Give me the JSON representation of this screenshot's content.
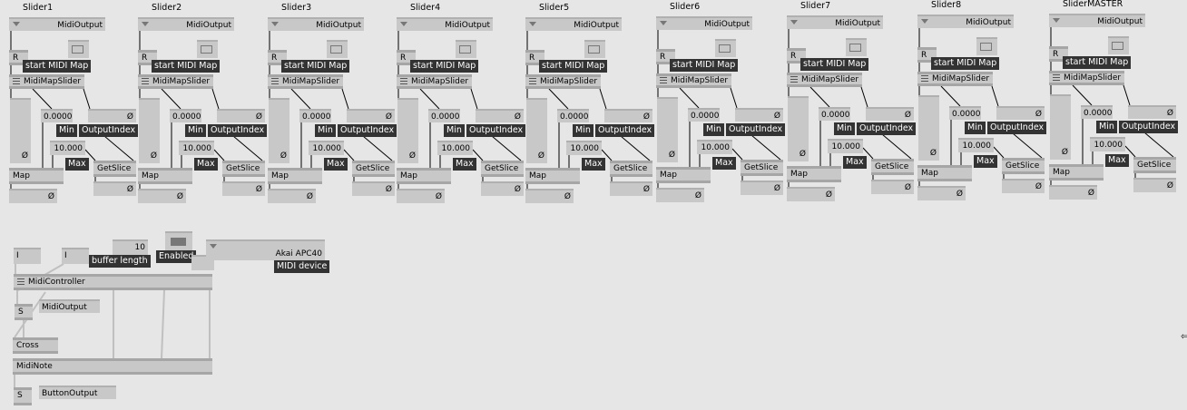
{
  "sliders": [
    {
      "title": "Slider1",
      "enum": "MidiOutput",
      "reset": "R",
      "map_label": "start MIDI Map",
      "node": "MidiMapSlider",
      "slider_value": "Ø",
      "min": "0.0000",
      "min_label": "Min",
      "max": "10.000",
      "max_label": "Max",
      "index_value": "Ø",
      "index_label": "OutputIndex",
      "getslice": "GetSlice",
      "map": "Map",
      "map_out": "Ø",
      "slice_out": "Ø"
    },
    {
      "title": "Slider2",
      "enum": "MidiOutput",
      "reset": "R",
      "map_label": "start MIDI Map",
      "node": "MidiMapSlider",
      "slider_value": "Ø",
      "min": "0.0000",
      "min_label": "Min",
      "max": "10.000",
      "max_label": "Max",
      "index_value": "Ø",
      "index_label": "OutputIndex",
      "getslice": "GetSlice",
      "map": "Map",
      "map_out": "Ø",
      "slice_out": "Ø"
    },
    {
      "title": "Slider3",
      "enum": "MidiOutput",
      "reset": "R",
      "map_label": "start MIDI Map",
      "node": "MidiMapSlider",
      "slider_value": "Ø",
      "min": "0.0000",
      "min_label": "Min",
      "max": "10.000",
      "max_label": "Max",
      "index_value": "Ø",
      "index_label": "OutputIndex",
      "getslice": "GetSlice",
      "map": "Map",
      "map_out": "Ø",
      "slice_out": "Ø"
    },
    {
      "title": "Slider4",
      "enum": "MidiOutput",
      "reset": "R",
      "map_label": "start MIDI Map",
      "node": "MidiMapSlider",
      "slider_value": "Ø",
      "min": "0.0000",
      "min_label": "Min",
      "max": "10.000",
      "max_label": "Max",
      "index_value": "Ø",
      "index_label": "OutputIndex",
      "getslice": "GetSlice",
      "map": "Map",
      "map_out": "Ø",
      "slice_out": "Ø"
    },
    {
      "title": "Slider5",
      "enum": "MidiOutput",
      "reset": "R",
      "map_label": "start MIDI Map",
      "node": "MidiMapSlider",
      "slider_value": "Ø",
      "min": "0.0000",
      "min_label": "Min",
      "max": "10.000",
      "max_label": "Max",
      "index_value": "Ø",
      "index_label": "OutputIndex",
      "getslice": "GetSlice",
      "map": "Map",
      "map_out": "Ø",
      "slice_out": "Ø"
    },
    {
      "title": "Slider6",
      "enum": "MidiOutput",
      "reset": "R",
      "map_label": "start MIDI Map",
      "node": "MidiMapSlider",
      "slider_value": "Ø",
      "min": "0.0000",
      "min_label": "Min",
      "max": "10.000",
      "max_label": "Max",
      "index_value": "Ø",
      "index_label": "OutputIndex",
      "getslice": "GetSlice",
      "map": "Map",
      "map_out": "Ø",
      "slice_out": "Ø"
    },
    {
      "title": "Slider7",
      "enum": "MidiOutput",
      "reset": "R",
      "map_label": "start MIDI Map",
      "node": "MidiMapSlider",
      "slider_value": "Ø",
      "min": "0.0000",
      "min_label": "Min",
      "max": "10.000",
      "max_label": "Max",
      "index_value": "Ø",
      "index_label": "OutputIndex",
      "getslice": "GetSlice",
      "map": "Map",
      "map_out": "Ø",
      "slice_out": "Ø"
    },
    {
      "title": "Slider8",
      "enum": "MidiOutput",
      "reset": "R",
      "map_label": "start MIDI Map",
      "node": "MidiMapSlider",
      "slider_value": "Ø",
      "min": "0.0000",
      "min_label": "Min",
      "max": "10.000",
      "max_label": "Max",
      "index_value": "Ø",
      "index_label": "OutputIndex",
      "getslice": "GetSlice",
      "map": "Map",
      "map_out": "Ø",
      "slice_out": "Ø"
    },
    {
      "title": "SliderMASTER",
      "enum": "MidiOutput",
      "reset": "R",
      "map_label": "start MIDI Map",
      "node": "MidiMapSlider",
      "slider_value": "Ø",
      "min": "0.0000",
      "min_label": "Min",
      "max": "10.000",
      "max_label": "Max",
      "index_value": "Ø",
      "index_label": "OutputIndex",
      "getslice": "GetSlice",
      "map": "Map",
      "map_out": "Ø",
      "slice_out": "Ø"
    }
  ],
  "controller": {
    "io1": "I",
    "io2": "I",
    "buffer_value": "10",
    "buffer_label": "buffer length",
    "enabled_label": "Enabled",
    "device": "Akai APC40",
    "device_label": "MIDI device",
    "midicontroller": "MidiController",
    "send1": "S",
    "send1_name": "MidiOutput",
    "cross": "Cross",
    "midinote": "MidiNote",
    "send2": "S",
    "send2_name": "ButtonOutput"
  }
}
